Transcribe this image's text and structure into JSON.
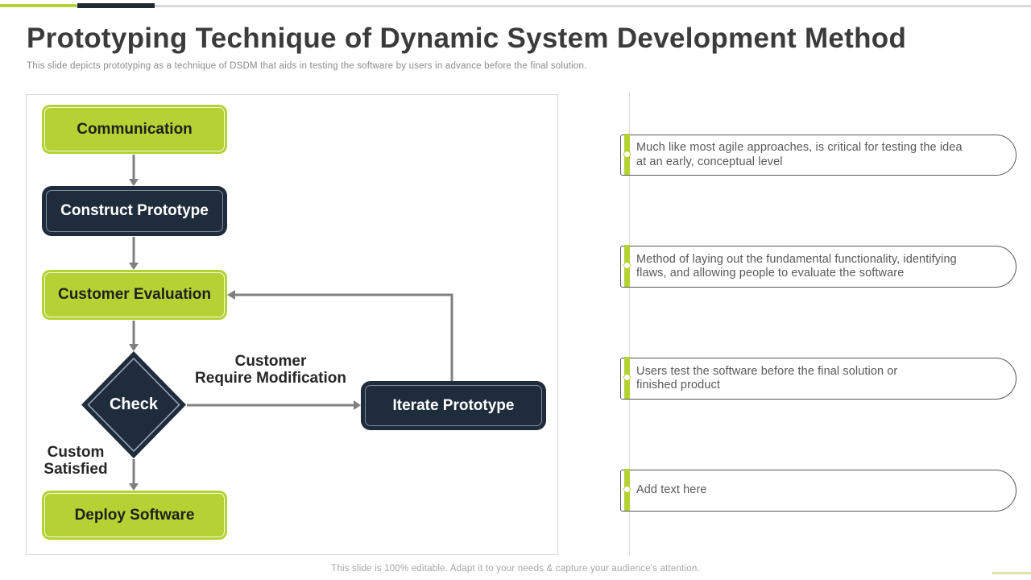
{
  "slide": {
    "title": "Prototyping Technique of Dynamic System Development Method",
    "subtitle": "This slide depicts prototyping as a technique of DSDM that aids in testing the software by users in advance before the final solution.",
    "footer": "This slide is 100% editable. Adapt it to your needs & capture your audience's attention."
  },
  "colors": {
    "accent_green": "#b4d233",
    "dark_navy": "#1f2c3c",
    "connector_gray": "#808080",
    "divider_gray": "#d9d9d9"
  },
  "flowchart": {
    "nodes": {
      "communication": "Communication",
      "construct_prototype": "Construct Prototype",
      "customer_evaluation": "Customer Evaluation",
      "check": "Check",
      "iterate_prototype": "Iterate Prototype",
      "deploy_software": "Deploy Software"
    },
    "edge_labels": {
      "require_modification": "Customer\nRequire Modification",
      "custom_satisfied": "Custom\nSatisfied"
    }
  },
  "callouts": [
    {
      "text": "Much like most agile approaches, is critical for testing the idea\nat an early, conceptual level"
    },
    {
      "text": "Method of laying out the fundamental functionality, identifying\nflaws, and allowing people to evaluate the software"
    },
    {
      "text": "Users test the software before the final solution or\nfinished product"
    },
    {
      "text": "Add text here"
    }
  ]
}
